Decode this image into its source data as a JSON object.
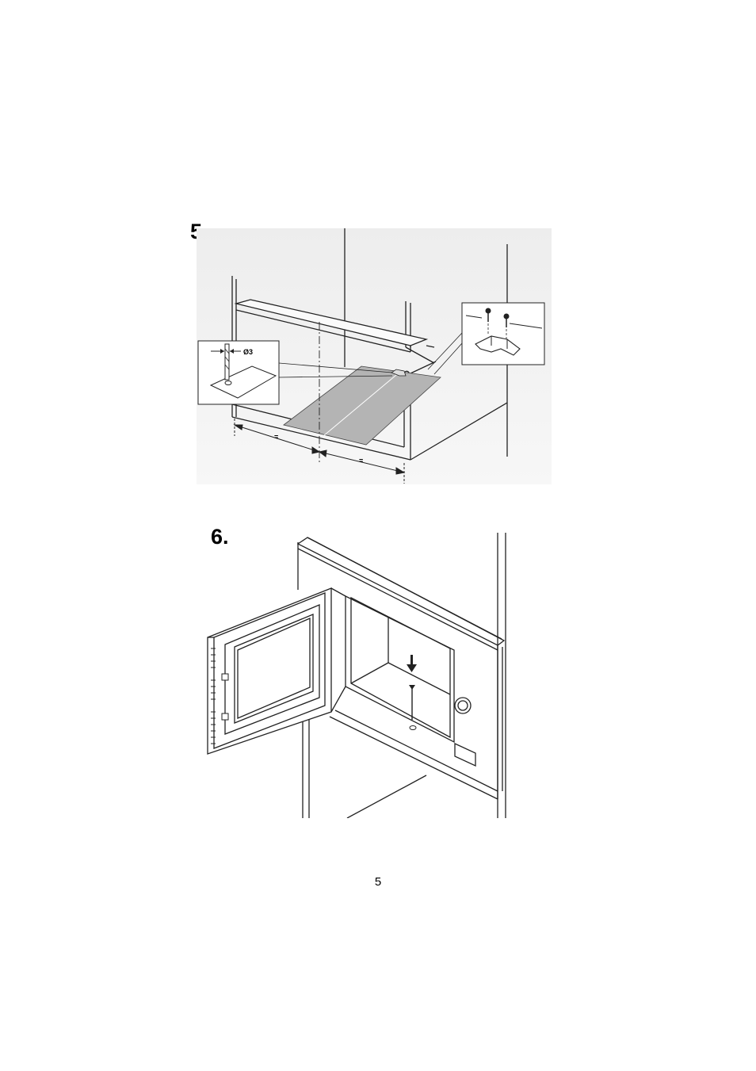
{
  "steps": [
    {
      "label": "5.",
      "diameter_label": "Ø3",
      "dimension_mark": "="
    },
    {
      "label": "6."
    }
  ],
  "page_number": "5",
  "colors": {
    "line": "#222222",
    "fill_gray": "#b4b4b4",
    "background": "#ffffff"
  }
}
